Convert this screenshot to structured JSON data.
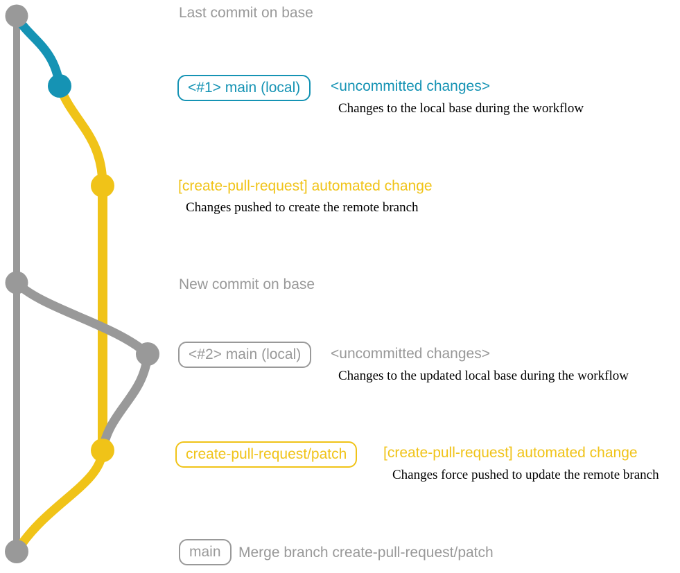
{
  "colors": {
    "gray": "#999999",
    "blue": "#1593b4",
    "yellow": "#f0c318",
    "ink": "#000000"
  },
  "diagram": {
    "notes": {
      "last_commit_on_base": "Last commit on base",
      "new_commit_on_base": "New commit on base"
    },
    "commits": [
      {
        "branch_label": "<#1> main (local)",
        "message": "<uncommitted changes>",
        "description": "Changes to the local base during the workflow",
        "color": "blue"
      },
      {
        "branch_label": "",
        "message": "[create-pull-request] automated change",
        "description": "Changes pushed to create the remote branch",
        "color": "yellow"
      },
      {
        "branch_label": "<#2> main (local)",
        "message": "<uncommitted changes>",
        "description": "Changes to the updated local base during the workflow",
        "color": "gray"
      },
      {
        "branch_label": "create-pull-request/patch",
        "message": "[create-pull-request] automated change",
        "description": "Changes force pushed to update the remote branch",
        "color": "yellow"
      },
      {
        "branch_label": "main",
        "message": "Merge branch create-pull-request/patch",
        "description": "",
        "color": "gray"
      }
    ]
  }
}
